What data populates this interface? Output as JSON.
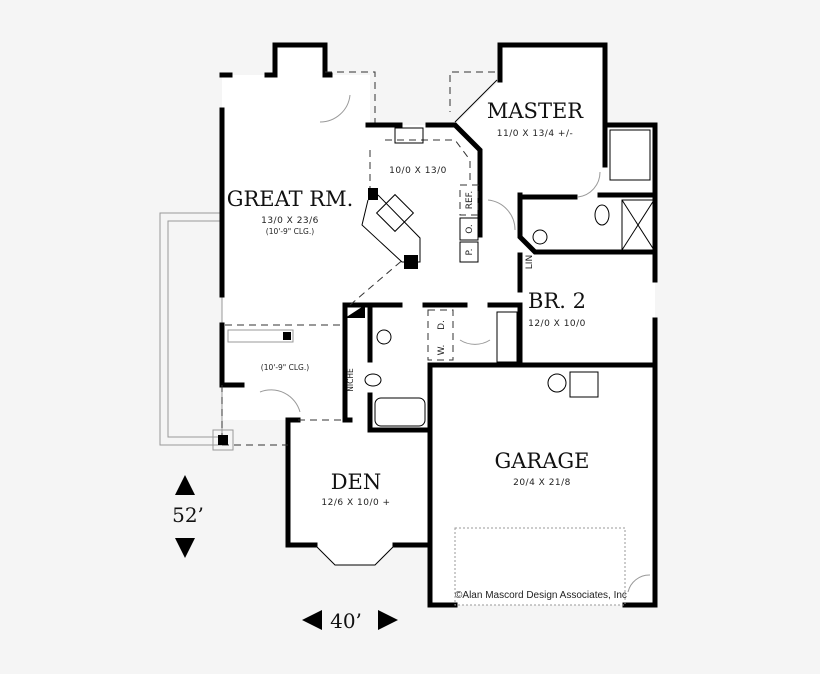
{
  "plan": {
    "rooms": {
      "great_room": {
        "name": "GREAT RM.",
        "size": "13/0 X 23/6",
        "ceiling": "(10'-9\" CLG.)"
      },
      "kitchen": {
        "size": "10/0 X 13/0"
      },
      "master": {
        "name": "MASTER",
        "size": "11/0 X 13/4 +/-"
      },
      "bedroom2": {
        "name": "BR. 2",
        "size": "12/0 X 10/0"
      },
      "garage": {
        "name": "GARAGE",
        "size": "20/4 X 21/8"
      },
      "den": {
        "name": "DEN",
        "size": "12/6 X 10/0 +"
      },
      "entry": {
        "ceiling": "(10'-9\" CLG.)"
      }
    },
    "fixtures": {
      "refrigerator": "REF.",
      "oven": "O.",
      "pantry": "P.",
      "linen": "LIN",
      "washer": "W.",
      "dryer": "D.",
      "niche": "NICHE"
    },
    "dimensions": {
      "depth": "52’",
      "width": "40’"
    },
    "copyright": "©Alan Mascord Design Associates, Inc"
  }
}
